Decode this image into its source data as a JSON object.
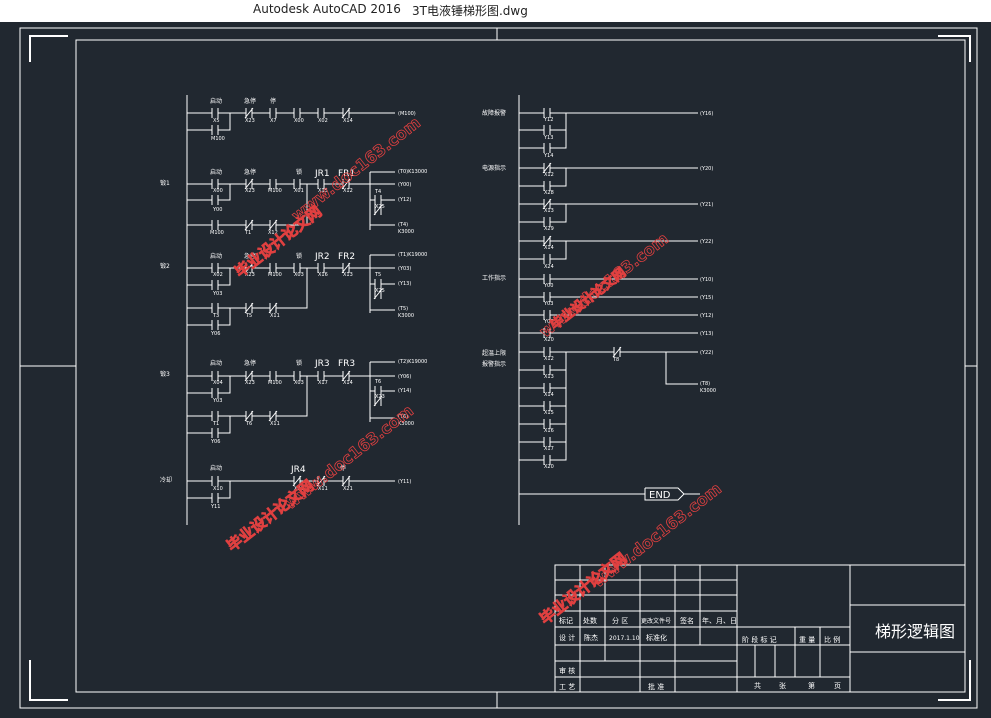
{
  "window": {
    "app_title": "Autodesk AutoCAD 2016",
    "file_name": "3T电液锤梯形图.dwg"
  },
  "colors": {
    "background": "#212830",
    "line": "#ffffff",
    "watermark": "#e04040"
  },
  "watermark": {
    "site": "www.doc163.com",
    "brand": "毕业设计论文网"
  },
  "ladder_left": {
    "rung1": {
      "headers": [
        "启动",
        "急停",
        "停"
      ],
      "contacts": [
        "X5",
        "X23",
        "X7",
        "X00",
        "X02",
        "X14"
      ],
      "parallel": "M100",
      "coil": "(M100)"
    },
    "section1": {
      "section_label": "锻1",
      "headers": [
        "启动",
        "急停",
        "锁"
      ],
      "contacts": [
        "X00",
        "X23",
        "M100",
        "X01",
        "X15",
        "X12"
      ],
      "tags": [
        "JR1",
        "FR1"
      ],
      "coils": [
        "(T0)K13000",
        "(Y00)",
        "(Y12)",
        "(T4)",
        "K3000"
      ],
      "parallel": [
        "Y00",
        "M100",
        "T1",
        "X12",
        "T4",
        "X25"
      ]
    },
    "section2": {
      "section_label": "锻2",
      "headers": [
        "启动",
        "急停",
        "锁"
      ],
      "contacts": [
        "X02",
        "X23",
        "M100",
        "X03",
        "X16",
        "X13"
      ],
      "tags": [
        "JR2",
        "FR2"
      ],
      "coils": [
        "(T1)K19000",
        "(Y03)",
        "(Y13)",
        "(T5)",
        "K3000"
      ],
      "parallel": [
        "Y03",
        "T3",
        "T5",
        "X11",
        "Y06",
        "T5",
        "X25"
      ]
    },
    "section3": {
      "section_label": "锻3",
      "headers": [
        "启动",
        "急停",
        "锁"
      ],
      "contacts": [
        "X04",
        "X23",
        "M100",
        "X03",
        "X17",
        "X14"
      ],
      "tags": [
        "JR3",
        "FR3"
      ],
      "coils": [
        "(T2)K19000",
        "(Y06)",
        "(Y14)",
        "(T6)",
        "K3000"
      ],
      "parallel": [
        "Y03",
        "T1",
        "T6",
        "X11",
        "Y06",
        "T6",
        "X23"
      ]
    },
    "section4": {
      "section_label": "冷却",
      "headers": [
        "启动",
        "停"
      ],
      "contacts": [
        "X10",
        "X22",
        "X11",
        "X21"
      ],
      "tags": [
        "JR4"
      ],
      "coil": "(Y11)",
      "parallel": "Y11"
    }
  },
  "ladder_right": {
    "labels": [
      "故障报警",
      "电源指示",
      "工作指示",
      "超温上限",
      "报警指示"
    ],
    "contacts": [
      "Y12",
      "Y13",
      "Y14",
      "X12",
      "X28",
      "X13",
      "X29",
      "X14",
      "X24",
      "Y00",
      "Y03",
      "Y06",
      "X20",
      "X12",
      "X13",
      "X14",
      "X15",
      "X16",
      "X17",
      "X20",
      "T8"
    ],
    "coils": [
      "(Y16)",
      "(Y20)",
      "(Y21)",
      "(Y22)",
      "(Y10)",
      "(Y15)",
      "(Y12)",
      "(Y13)",
      "(Y22)",
      "(T8)",
      "K3000"
    ],
    "end_label": "END"
  },
  "title_block": {
    "drawing_title": "梯形逻辑图",
    "row_headers": [
      "标记",
      "处数",
      "分 区",
      "更改文件号",
      "签名",
      "年、月、日"
    ],
    "design_row": [
      "设 计",
      "陈杰",
      "2017.1.10",
      "标准化"
    ],
    "review_label": "审 核",
    "process_label": "工 艺",
    "approve_label": "批 准",
    "stage_header": [
      "阶 段 标 记",
      "重 量",
      "比 例"
    ],
    "sheets": [
      "共",
      "张",
      "第",
      "页"
    ]
  }
}
